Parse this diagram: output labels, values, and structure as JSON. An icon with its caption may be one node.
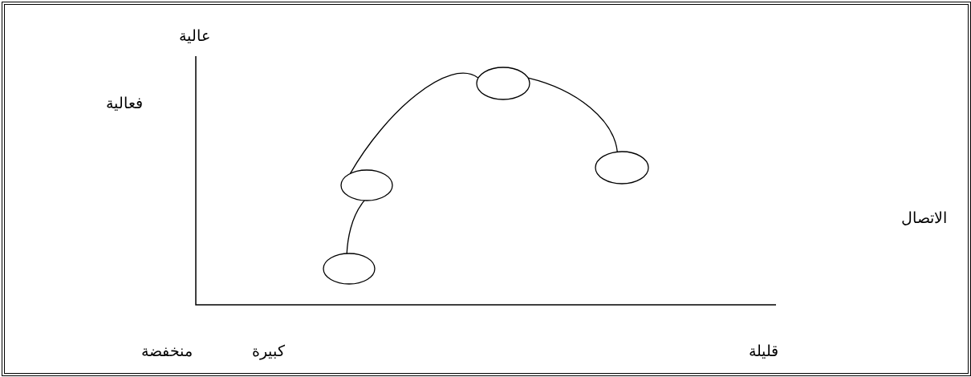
{
  "diagram": {
    "nodes": [
      {
        "text": [],
        "shape": "ellipse"
      },
      {
        "text": [],
        "shape": "ellipse"
      },
      {
        "text": [],
        "shape": "ellipse"
      },
      {
        "text": [],
        "shape": "ellipse"
      }
    ],
    "edges": [
      {
        "from": 0,
        "to": 1,
        "arrow": "none"
      },
      {
        "from": 1,
        "to": 2,
        "arrow": "none"
      },
      {
        "from": 2,
        "to": 3,
        "arrow": "none"
      }
    ],
    "labels": [
      "عالية",
      "فعالية",
      "الاتصال",
      "منخفضة",
      "كبيرة",
      "قليلة"
    ]
  }
}
